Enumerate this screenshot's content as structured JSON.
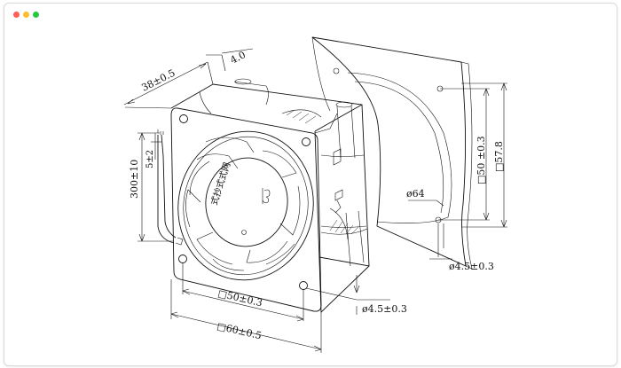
{
  "window": {
    "controls": {
      "close_color": "#ff5f57",
      "minimize_color": "#febc2e",
      "maximize_color": "#28c840"
    }
  },
  "drawing": {
    "dimensions": {
      "depth": "38±0.5",
      "flange": "4.0",
      "cable_length": "300±10",
      "strip": "5±2",
      "hole_pitch": "□50±0.3",
      "frame_size": "□60±0.5",
      "hole_dia_front": "ø4.5±0.3",
      "side_pitch": "□50 ±0.3",
      "side_size": "□57.8",
      "cutout_dia": "ø64",
      "hole_dia_panel": "ø4.5±0.3"
    },
    "hub_label": "式抄式式网"
  }
}
